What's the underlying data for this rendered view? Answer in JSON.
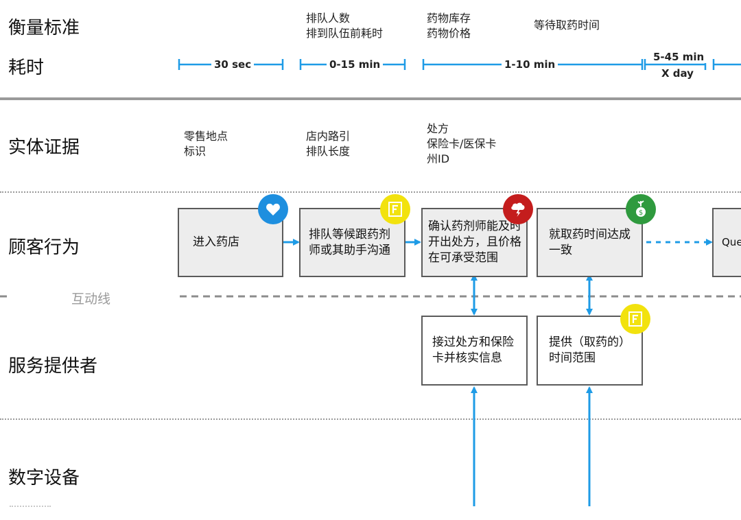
{
  "rows": {
    "metrics": "衡量标准",
    "duration": "耗时",
    "physical_evidence": "实体证据",
    "customer_actions": "顾客行为",
    "interaction_line": "互动线",
    "service_provider": "服务提供者",
    "digital_devices": "数字设备"
  },
  "metrics_notes": {
    "col2": "排队人数\n排到队伍前耗时",
    "col3": "药物库存\n药物价格",
    "col4": "等待取药时间"
  },
  "durations": {
    "d1": "30 sec",
    "d2": "0-15 min",
    "d3": "1-10 min",
    "d4_top": "5-45 min",
    "d4_bottom": "X day"
  },
  "evidence_notes": {
    "col1": "零售地点\n标识",
    "col2": "店内路引\n排队长度",
    "col3": "处方\n保险卡/医保卡\n州ID"
  },
  "customer_steps": {
    "step1": "进入药店",
    "step2": "排队等候跟药剂\n师或其助手沟通",
    "step3": "确认药剂师能及时\n开出处方，且价格\n在可承受范围",
    "step4": "就取药时间达成\n一致",
    "step5": "Que"
  },
  "provider_steps": {
    "step1": "接过处方和保险\n卡并核实信息",
    "step2": "提供（取药的）\n时间范围"
  },
  "colors": {
    "accent_blue": "#1e9be6",
    "heart_badge": "#1e8fdf",
    "flag_badge": "#f2e20e",
    "storm_badge": "#c41d1d",
    "money_badge": "#2f9a3e"
  },
  "icons": [
    "heart-icon",
    "flag-icon",
    "storm-icon",
    "money-icon"
  ]
}
